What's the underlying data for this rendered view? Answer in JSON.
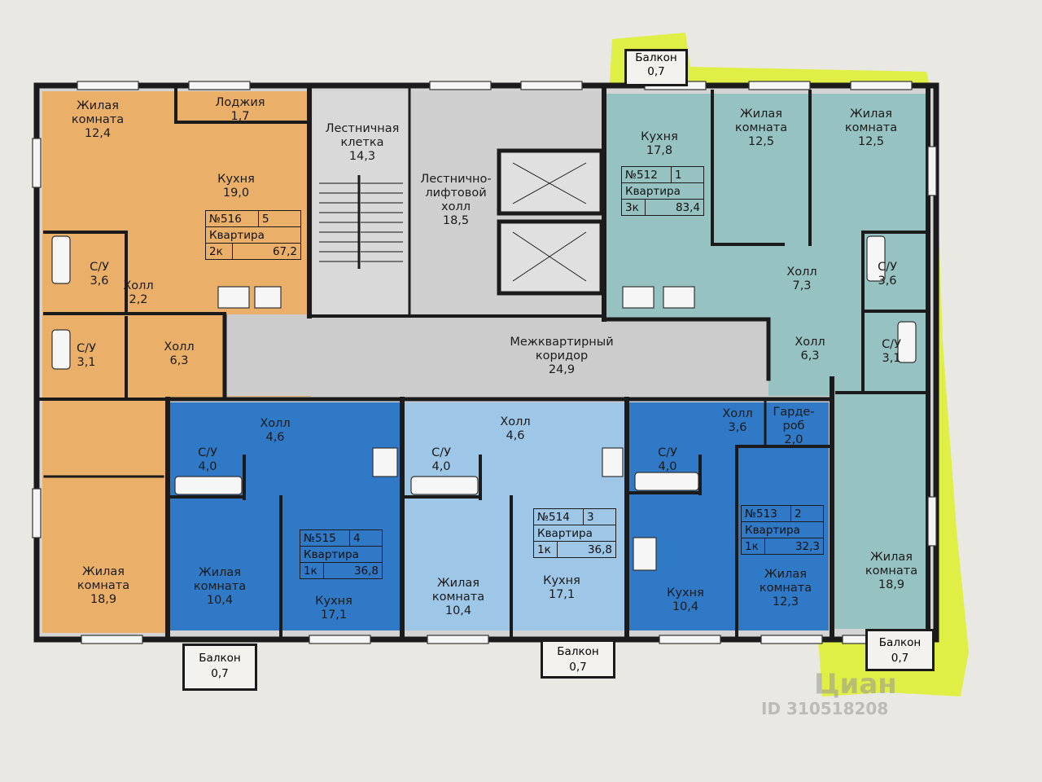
{
  "colors": {
    "background": "#e9e8e3",
    "apt_516": "#eab06a",
    "apt_515": "#2f79c6",
    "apt_514": "#9ec6e6",
    "apt_513": "#2f79c6",
    "apt_512": "#96c3c2",
    "common": "#cfcfcf",
    "highlight": "#dff033",
    "walls": "#1b1b1b"
  },
  "rooms": {
    "r516_living": [
      "Жилая",
      "комната",
      "12,4"
    ],
    "r516_loggia": [
      "Лоджия",
      "1,7"
    ],
    "r516_kitchen": [
      "Кухня",
      "19,0"
    ],
    "r516_bath1": [
      "С/У",
      "3,6"
    ],
    "r516_hall1": [
      "Холл",
      "2,2"
    ],
    "r516_bath2": [
      "С/У",
      "3,1"
    ],
    "r516_hall2": [
      "Холл",
      "6,3"
    ],
    "r516_living2": [
      "Жилая",
      "комната",
      "18,9"
    ],
    "stair": [
      "Лестничная",
      "клетка",
      "14,3"
    ],
    "lift_hall": [
      "Лестнично-",
      "лифтовой",
      "холл",
      "18,5"
    ],
    "corridor": [
      "Межквартирный",
      "коридор",
      "24,9"
    ],
    "r512_kitchen": [
      "Кухня",
      "17,8"
    ],
    "r512_living1": [
      "Жилая",
      "комната",
      "12,5"
    ],
    "r512_living2": [
      "Жилая",
      "комната",
      "12,5"
    ],
    "r512_hall1": [
      "Холл",
      "7,3"
    ],
    "r512_bath1": [
      "С/У",
      "3,6"
    ],
    "r512_hall2": [
      "Холл",
      "6,3"
    ],
    "r512_bath2": [
      "С/У",
      "3,1"
    ],
    "r512_living3": [
      "Жилая",
      "комната",
      "18,9"
    ],
    "r515_bath": [
      "С/У",
      "4,0"
    ],
    "r515_hall": [
      "Холл",
      "4,6"
    ],
    "r515_living": [
      "Жилая",
      "комната",
      "10,4"
    ],
    "r515_kitchen": [
      "Кухня",
      "17,1"
    ],
    "r514_bath": [
      "С/У",
      "4,0"
    ],
    "r514_hall": [
      "Холл",
      "4,6"
    ],
    "r514_living": [
      "Жилая",
      "комната",
      "10,4"
    ],
    "r514_kitchen": [
      "Кухня",
      "17,1"
    ],
    "r513_bath": [
      "С/У",
      "4,0"
    ],
    "r513_hall": [
      "Холл",
      "3,6"
    ],
    "r513_wardrobe": [
      "Гарде-",
      "роб",
      "2,0"
    ],
    "r513_kitchen": [
      "Кухня",
      "10,4"
    ],
    "r513_living": [
      "Жилая",
      "комната",
      "12,3"
    ]
  },
  "apartment_tags": {
    "a516": {
      "num": "№516",
      "idx": "5",
      "word": "Квартира",
      "rooms": "2к",
      "area": "67,2"
    },
    "a515": {
      "num": "№515",
      "idx": "4",
      "word": "Квартира",
      "rooms": "1к",
      "area": "36,8"
    },
    "a514": {
      "num": "№514",
      "idx": "3",
      "word": "Квартира",
      "rooms": "1к",
      "area": "36,8"
    },
    "a513": {
      "num": "№513",
      "idx": "2",
      "word": "Квартира",
      "rooms": "1к",
      "area": "32,3"
    },
    "a512": {
      "num": "№512",
      "idx": "1",
      "word": "Квартира",
      "rooms": "3к",
      "area": "83,4"
    }
  },
  "balconies": {
    "b_top": [
      "Балкон",
      "0,7"
    ],
    "b_bl": [
      "Балкон",
      "0,7"
    ],
    "b_bm": [
      "Балкон",
      "0,7"
    ],
    "b_br": [
      "Балкон",
      "0,7"
    ]
  },
  "watermark": {
    "brand": "Циан",
    "id": "ID 310518208"
  }
}
